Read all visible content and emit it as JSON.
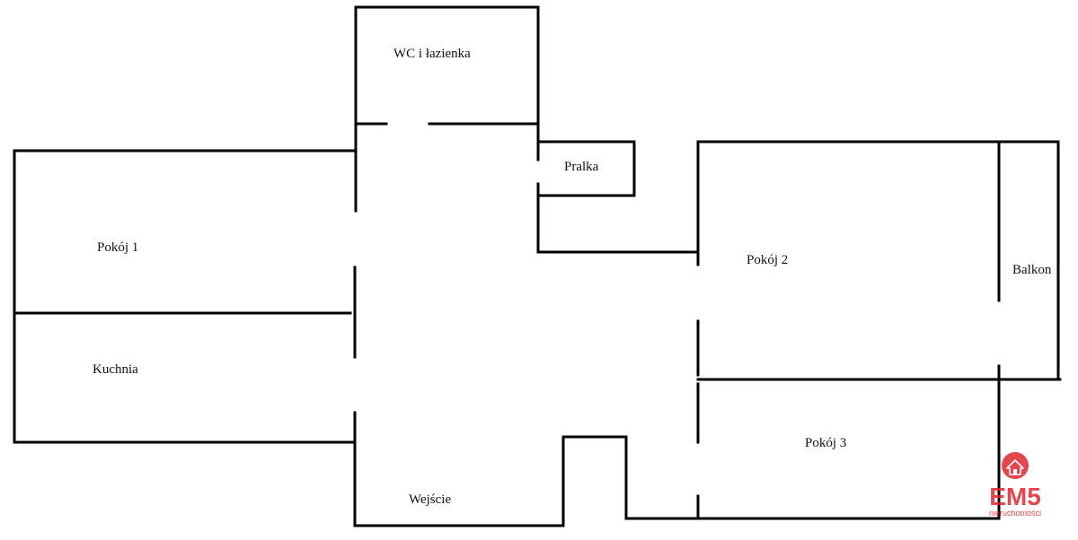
{
  "rooms": {
    "wc": "WC i łazienka",
    "pralka": "Pralka",
    "pokoj1": "Pokój 1",
    "kuchnia": "Kuchnia",
    "pokoj2": "Pokój 2",
    "balkon": "Balkon",
    "pokoj3": "Pokój 3",
    "wejscie": "Wejście"
  },
  "logo": {
    "title": "EM5",
    "subtitle": "nieruchomości",
    "color": "#e0262f",
    "icon": "house-icon"
  },
  "colors": {
    "wall": "#000000",
    "background": "#ffffff"
  }
}
